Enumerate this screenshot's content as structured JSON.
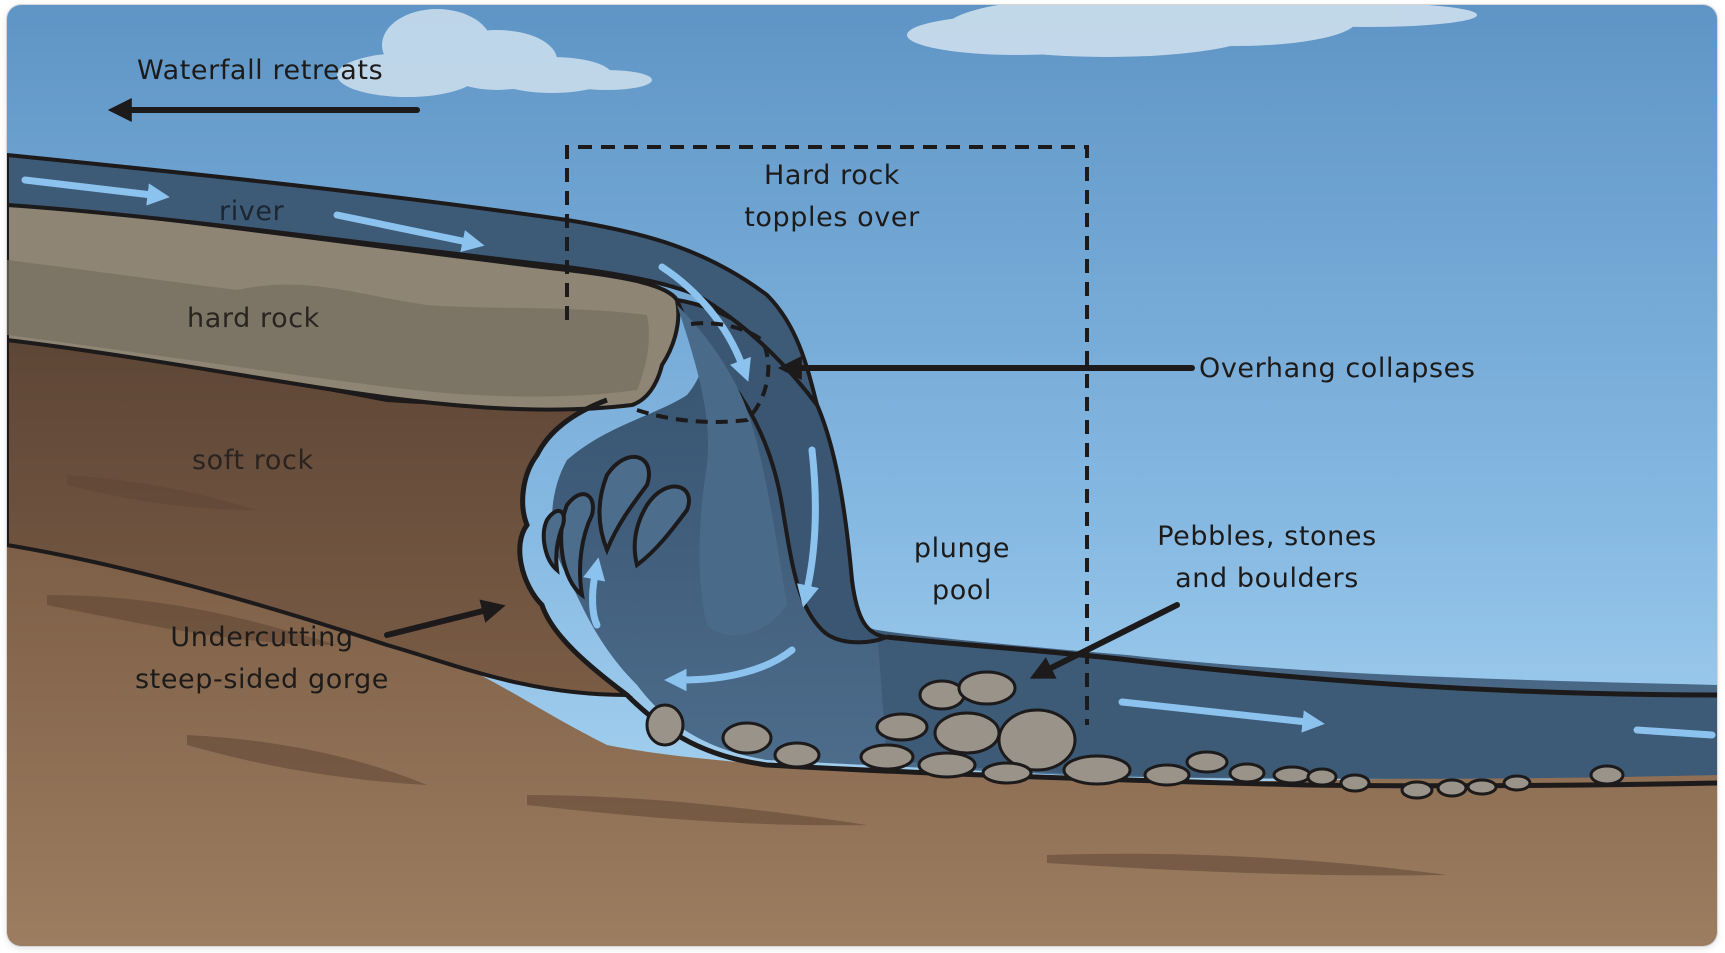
{
  "labels": {
    "waterfall_retreats": "Waterfall retreats",
    "river": "river",
    "hard_rock": "hard rock",
    "soft_rock": "soft rock",
    "hard_rock_topples_line1": "Hard rock",
    "hard_rock_topples_line2": "topples over",
    "overhang_collapses": "Overhang collapses",
    "plunge_pool_line1": "plunge",
    "plunge_pool_line2": "pool",
    "pebbles_line1": "Pebbles, stones",
    "pebbles_line2": "and boulders",
    "undercutting_line1": "Undercutting",
    "undercutting_line2": "steep-sided gorge"
  },
  "colors": {
    "sky_top": "#5f95c6",
    "sky_bottom": "#a9d4f2",
    "water": "#3f5b78",
    "water_dark": "#2e4660",
    "flow_arrow": "#7fb6e6",
    "hard_rock": "#8c8373",
    "soft_rock": "#6b5240",
    "ground": "#8f7258",
    "boulder": "#9a938a",
    "outline": "#1c1a1a"
  }
}
